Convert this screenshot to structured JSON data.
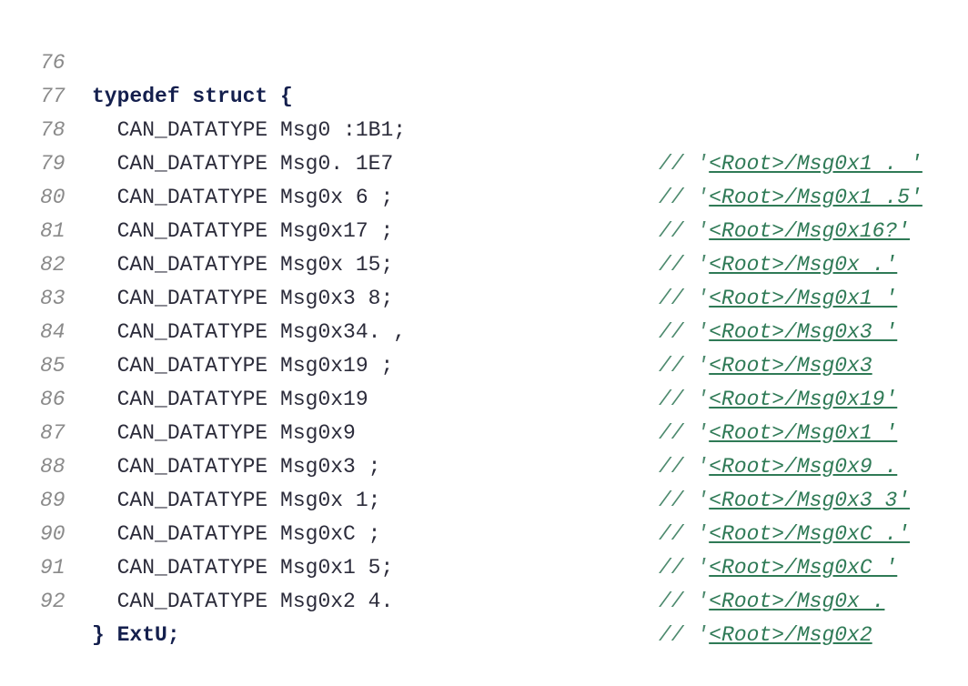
{
  "editor": {
    "lines": [
      {
        "num": "76",
        "text": "typedef struct {",
        "kind": "keyword"
      },
      {
        "num": "77",
        "text": "  CAN_DATATYPE Msg0 :1B1;",
        "kind": "member",
        "comment_prefix": "// '",
        "link": "<Root>/Msg0x1 . '"
      },
      {
        "num": "78",
        "text": "  CAN_DATATYPE Msg0. 1E7",
        "kind": "member",
        "comment_prefix": "// '",
        "link": "<Root>/Msg0x1 .5'"
      },
      {
        "num": "79",
        "text": "  CAN_DATATYPE Msg0x 6 ;",
        "kind": "member",
        "comment_prefix": "// '",
        "link": "<Root>/Msg0x16?'"
      },
      {
        "num": "80",
        "text": "  CAN_DATATYPE Msg0x17 ;",
        "kind": "member",
        "comment_prefix": "// '",
        "link": "<Root>/Msg0x .'"
      },
      {
        "num": "81",
        "text": "  CAN_DATATYPE Msg0x 15;",
        "kind": "member",
        "comment_prefix": "// '",
        "link": "<Root>/Msg0x1 '"
      },
      {
        "num": "82",
        "text": "  CAN_DATATYPE Msg0x3 8;",
        "kind": "member",
        "comment_prefix": "// '",
        "link": "<Root>/Msg0x3 '"
      },
      {
        "num": "83",
        "text": "  CAN_DATATYPE Msg0x34. ,",
        "kind": "member",
        "comment_prefix": "// '",
        "link": "<Root>/Msg0x3"
      },
      {
        "num": "84",
        "text": "  CAN_DATATYPE Msg0x19 ;",
        "kind": "member",
        "comment_prefix": "// '",
        "link": "<Root>/Msg0x19'"
      },
      {
        "num": "85",
        "text": "  CAN_DATATYPE Msg0x19",
        "kind": "member",
        "comment_prefix": "// '",
        "link": "<Root>/Msg0x1 '"
      },
      {
        "num": "86",
        "text": "  CAN_DATATYPE Msg0x9",
        "kind": "member",
        "comment_prefix": "// '",
        "link": "<Root>/Msg0x9 ."
      },
      {
        "num": "87",
        "text": "  CAN_DATATYPE Msg0x3 ;",
        "kind": "member",
        "comment_prefix": "// '",
        "link": "<Root>/Msg0x3 3'"
      },
      {
        "num": "88",
        "text": "  CAN_DATATYPE Msg0x 1;",
        "kind": "member",
        "comment_prefix": "// '",
        "link": "<Root>/Msg0xC .'"
      },
      {
        "num": "89",
        "text": "  CAN_DATATYPE Msg0xC ;",
        "kind": "member",
        "comment_prefix": "// '",
        "link": "<Root>/Msg0xC '"
      },
      {
        "num": "90",
        "text": "  CAN_DATATYPE Msg0x1 5;",
        "kind": "member",
        "comment_prefix": "// '",
        "link": "<Root>/Msg0x ."
      },
      {
        "num": "91",
        "text": "  CAN_DATATYPE Msg0x2 4.",
        "kind": "member",
        "comment_prefix": "// '",
        "link": "<Root>/Msg0x2"
      },
      {
        "num": "92",
        "text": "} ExtU;",
        "kind": "closing"
      }
    ]
  },
  "colors": {
    "keyword": "#141f4d",
    "text": "#2b2b3a",
    "line_number": "#8a8a8a",
    "comment": "#4d8a6e",
    "link": "#2f7a56",
    "background": "#ffffff"
  }
}
